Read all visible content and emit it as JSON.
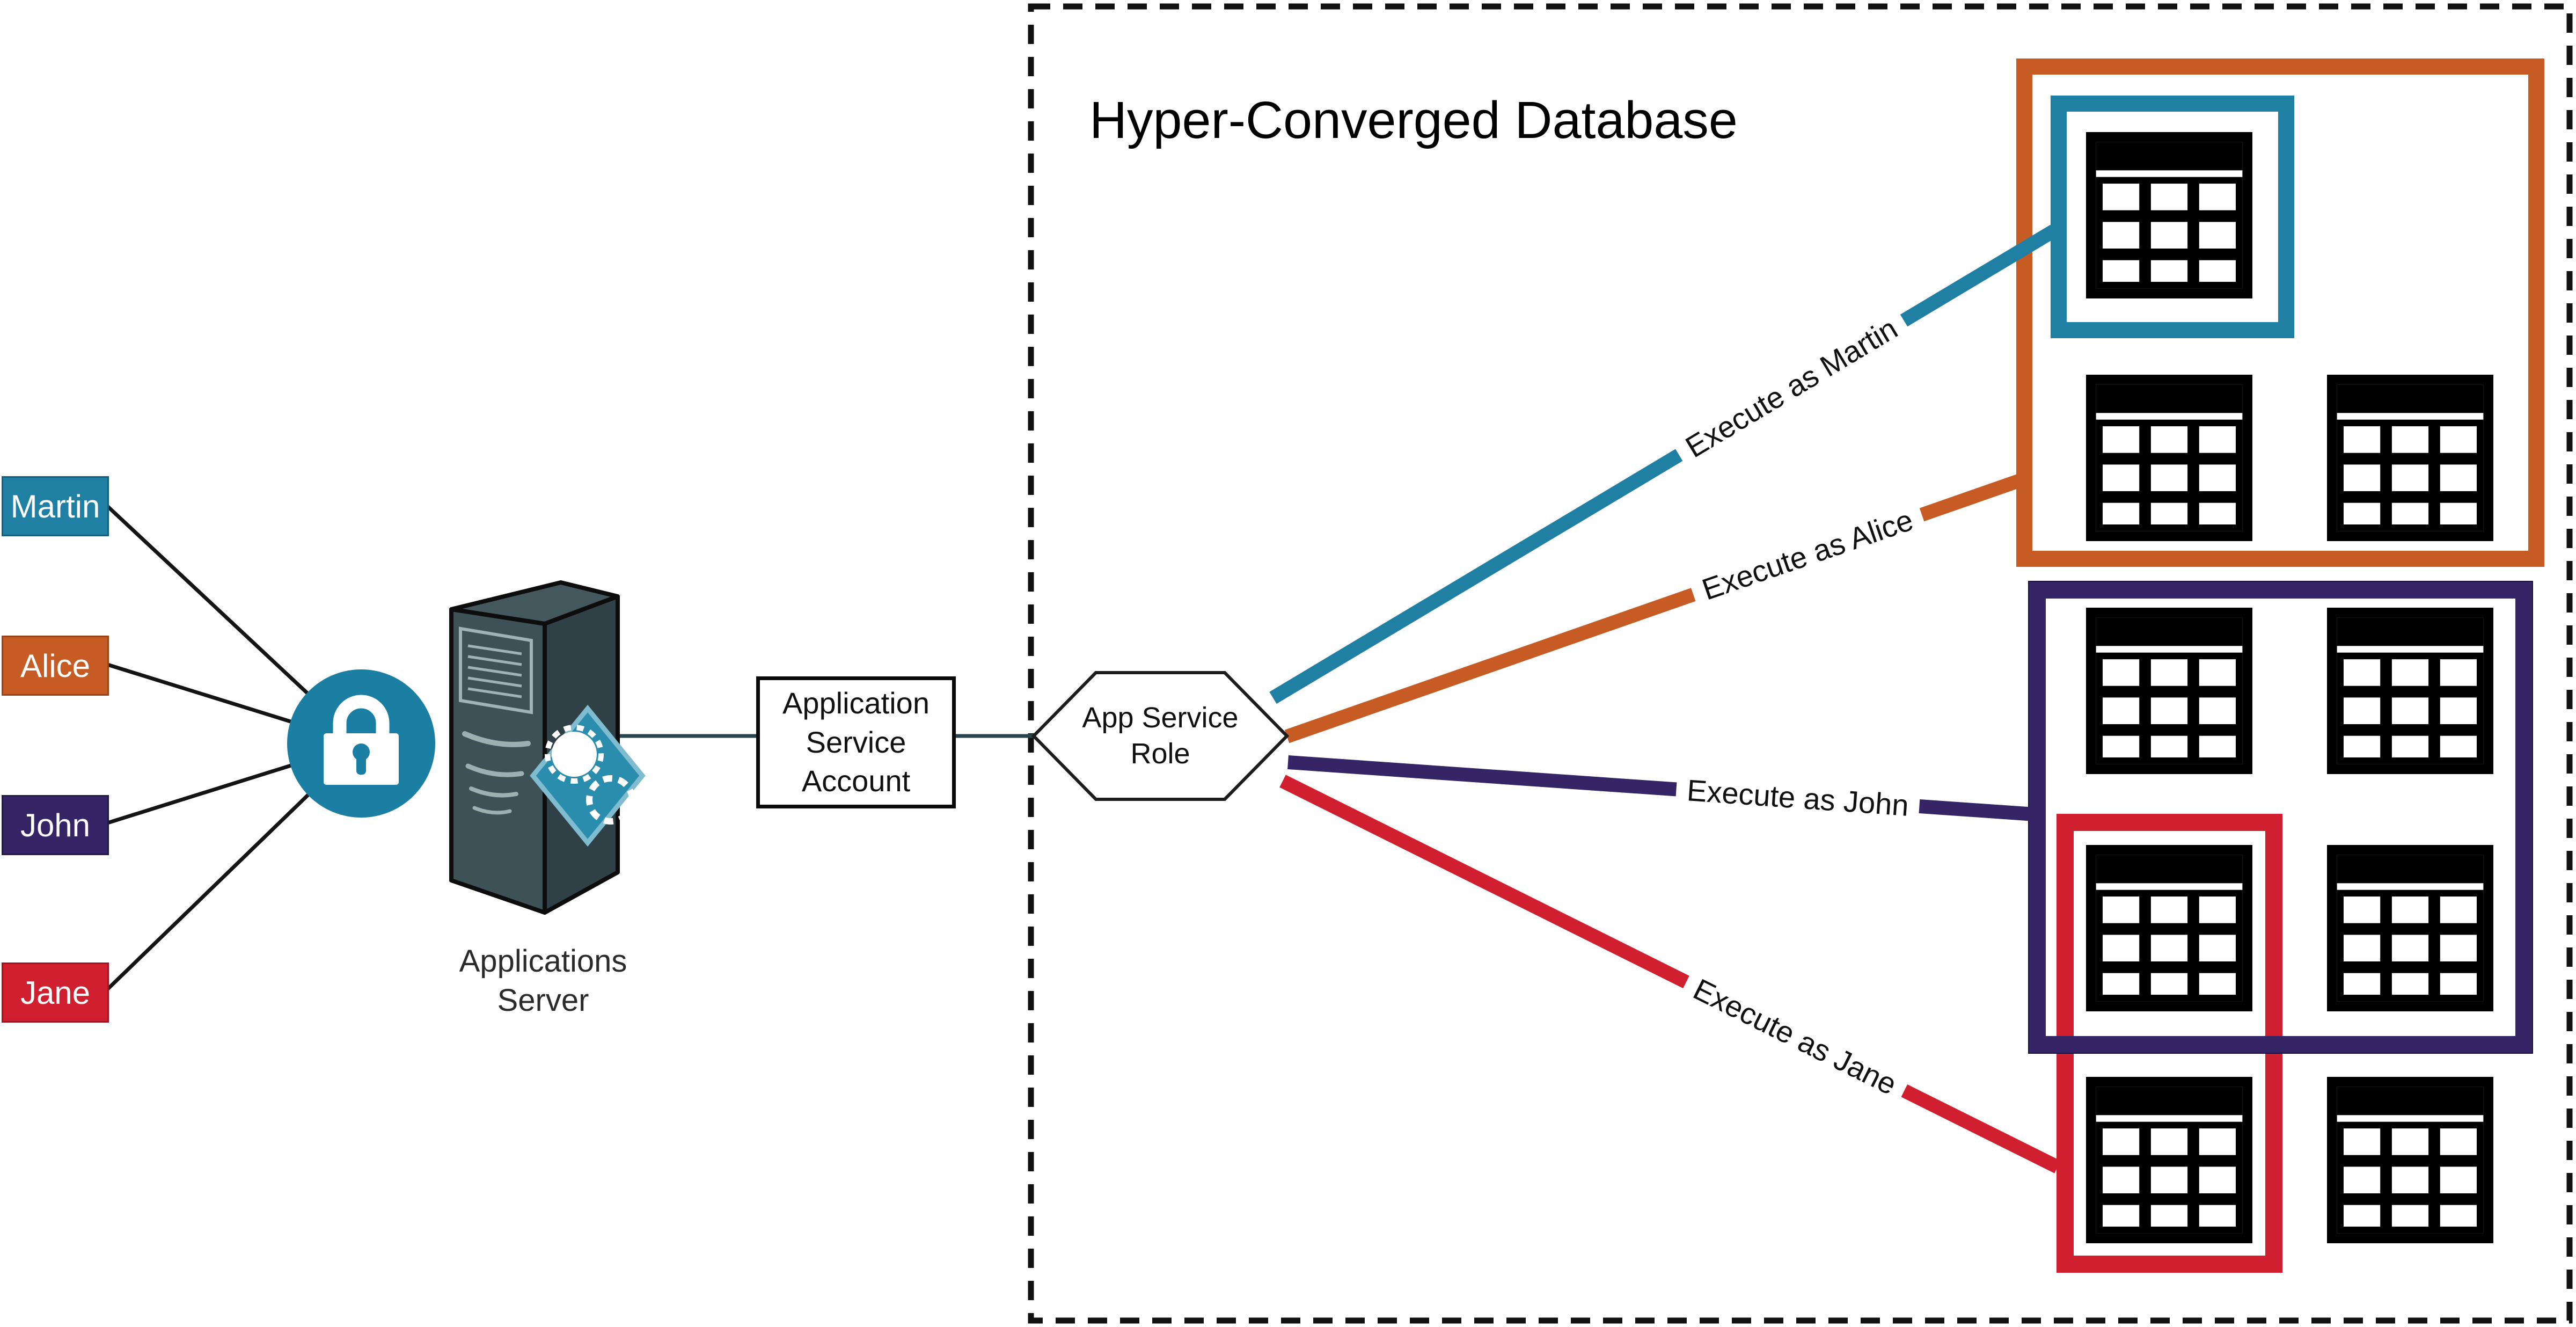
{
  "title": "Hyper-Converged Database",
  "users": [
    {
      "name": "Martin",
      "color": "#1f80a3"
    },
    {
      "name": "Alice",
      "color": "#c75b24"
    },
    {
      "name": "John",
      "color": "#362566"
    },
    {
      "name": "Jane",
      "color": "#d01f2e"
    }
  ],
  "applications_server": {
    "label": "Applications\nServer"
  },
  "service_account": {
    "label": "Application\nService\nAccount"
  },
  "service_role": {
    "label": "App Service\nRole"
  },
  "execute_edges": [
    {
      "label": "Execute as Martin",
      "color": "#1f80a3",
      "target": "teal-highlight-group"
    },
    {
      "label": "Execute as Alice",
      "color": "#c75b24",
      "target": "orange-group"
    },
    {
      "label": "Execute as John",
      "color": "#362566",
      "target": "purple-group"
    },
    {
      "label": "Execute as Jane",
      "color": "#d01f2e",
      "target": "red-group"
    }
  ],
  "database": {
    "boundary_style": "dashed",
    "groups": [
      {
        "name": "orange-group",
        "color": "#c75b24",
        "table_count": 3
      },
      {
        "name": "teal-highlight-group",
        "color": "#1f80a3",
        "table_count": 1
      },
      {
        "name": "purple-group",
        "color": "#362566",
        "table_count": 4
      },
      {
        "name": "red-group",
        "color": "#d01f2e",
        "table_count": 2
      }
    ],
    "ungrouped_table_count": 1
  },
  "icons": {
    "lock": "padlock-icon",
    "server": "server-tower-icon",
    "gears": "gears-diamond-icon",
    "table": "table-grid-icon"
  },
  "colors": {
    "teal": "#1f80a3",
    "orange": "#c75b24",
    "purple": "#362566",
    "red": "#d01f2e",
    "connector": "#27454f",
    "user_line": "#141414",
    "server_body": "#3d5157"
  }
}
